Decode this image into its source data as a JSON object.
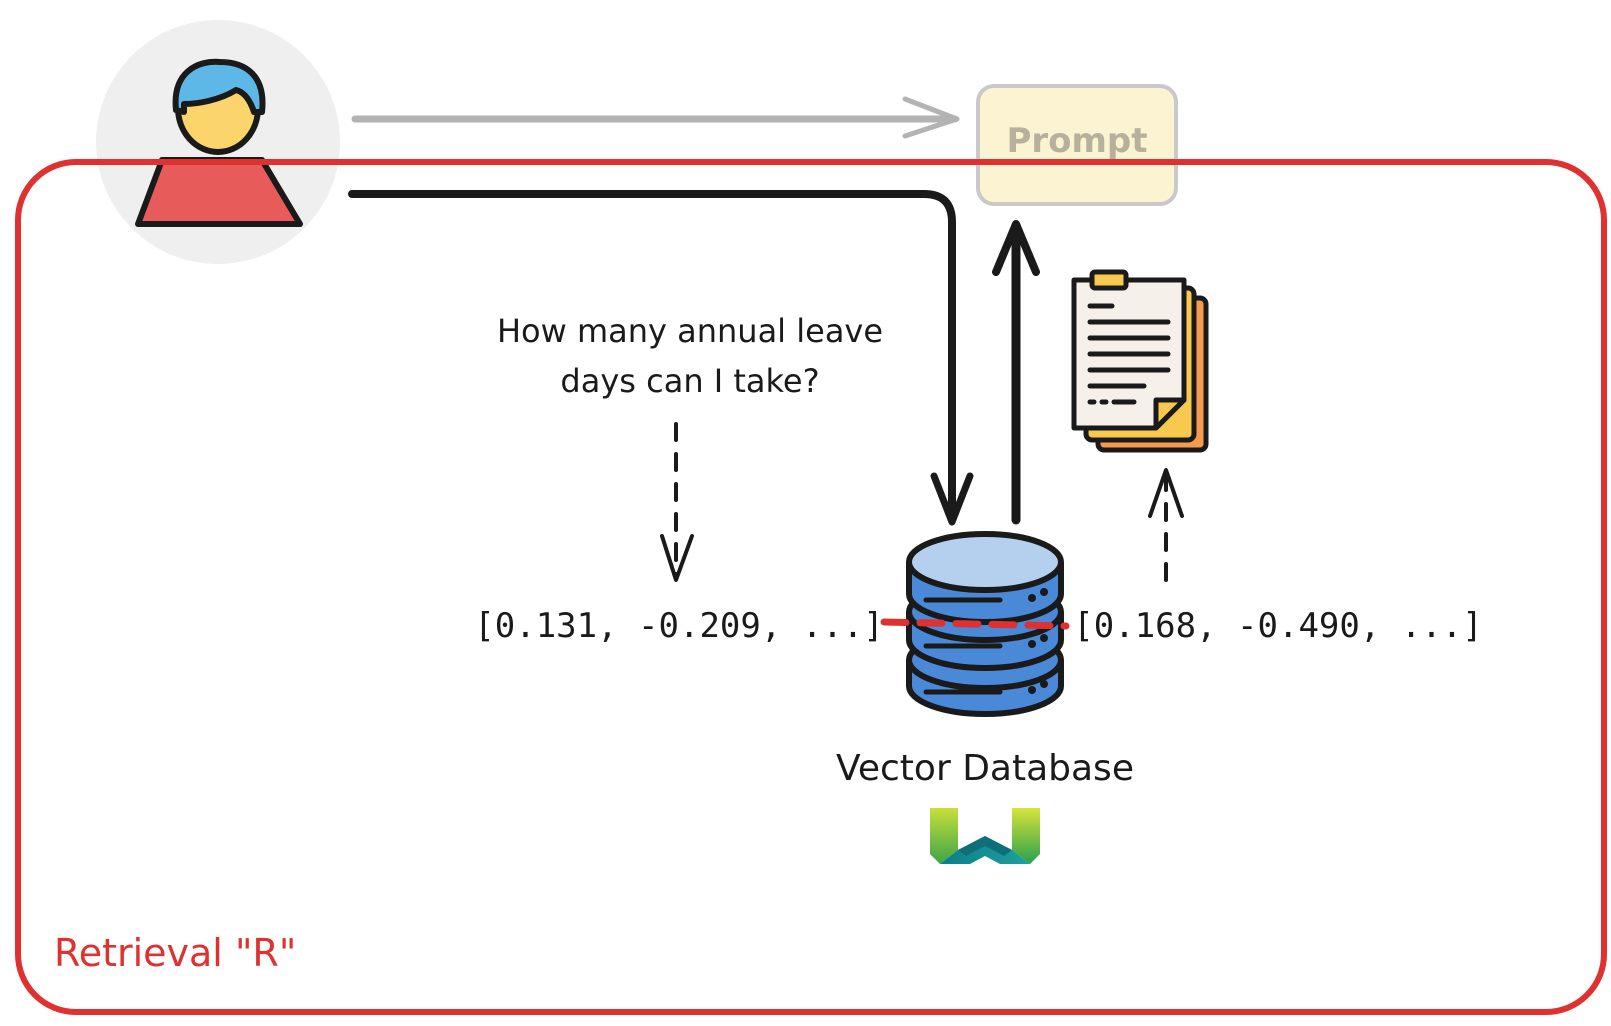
{
  "prompt_box": {
    "label": "Prompt"
  },
  "question": {
    "line1": "How many annual leave",
    "line2": "days can I take?"
  },
  "query_vector": "[0.131, -0.209, ...]",
  "doc_vector": "[0.168, -0.490, ...]",
  "database": {
    "label": "Vector Database",
    "logo": "weaviate-logo"
  },
  "region": {
    "label": "Retrieval \"R\""
  },
  "colors": {
    "region_border": "#e03131",
    "user_shirt": "#e85b5b",
    "user_hair": "#5db8e8",
    "user_face": "#fbd56b",
    "db_blue": "#4a88d8",
    "prompt_bg": "#fbf3d2",
    "prompt_text": "#b7b09a"
  },
  "icons": [
    "user-icon",
    "document-stack-icon",
    "database-icon",
    "weaviate-logo"
  ]
}
